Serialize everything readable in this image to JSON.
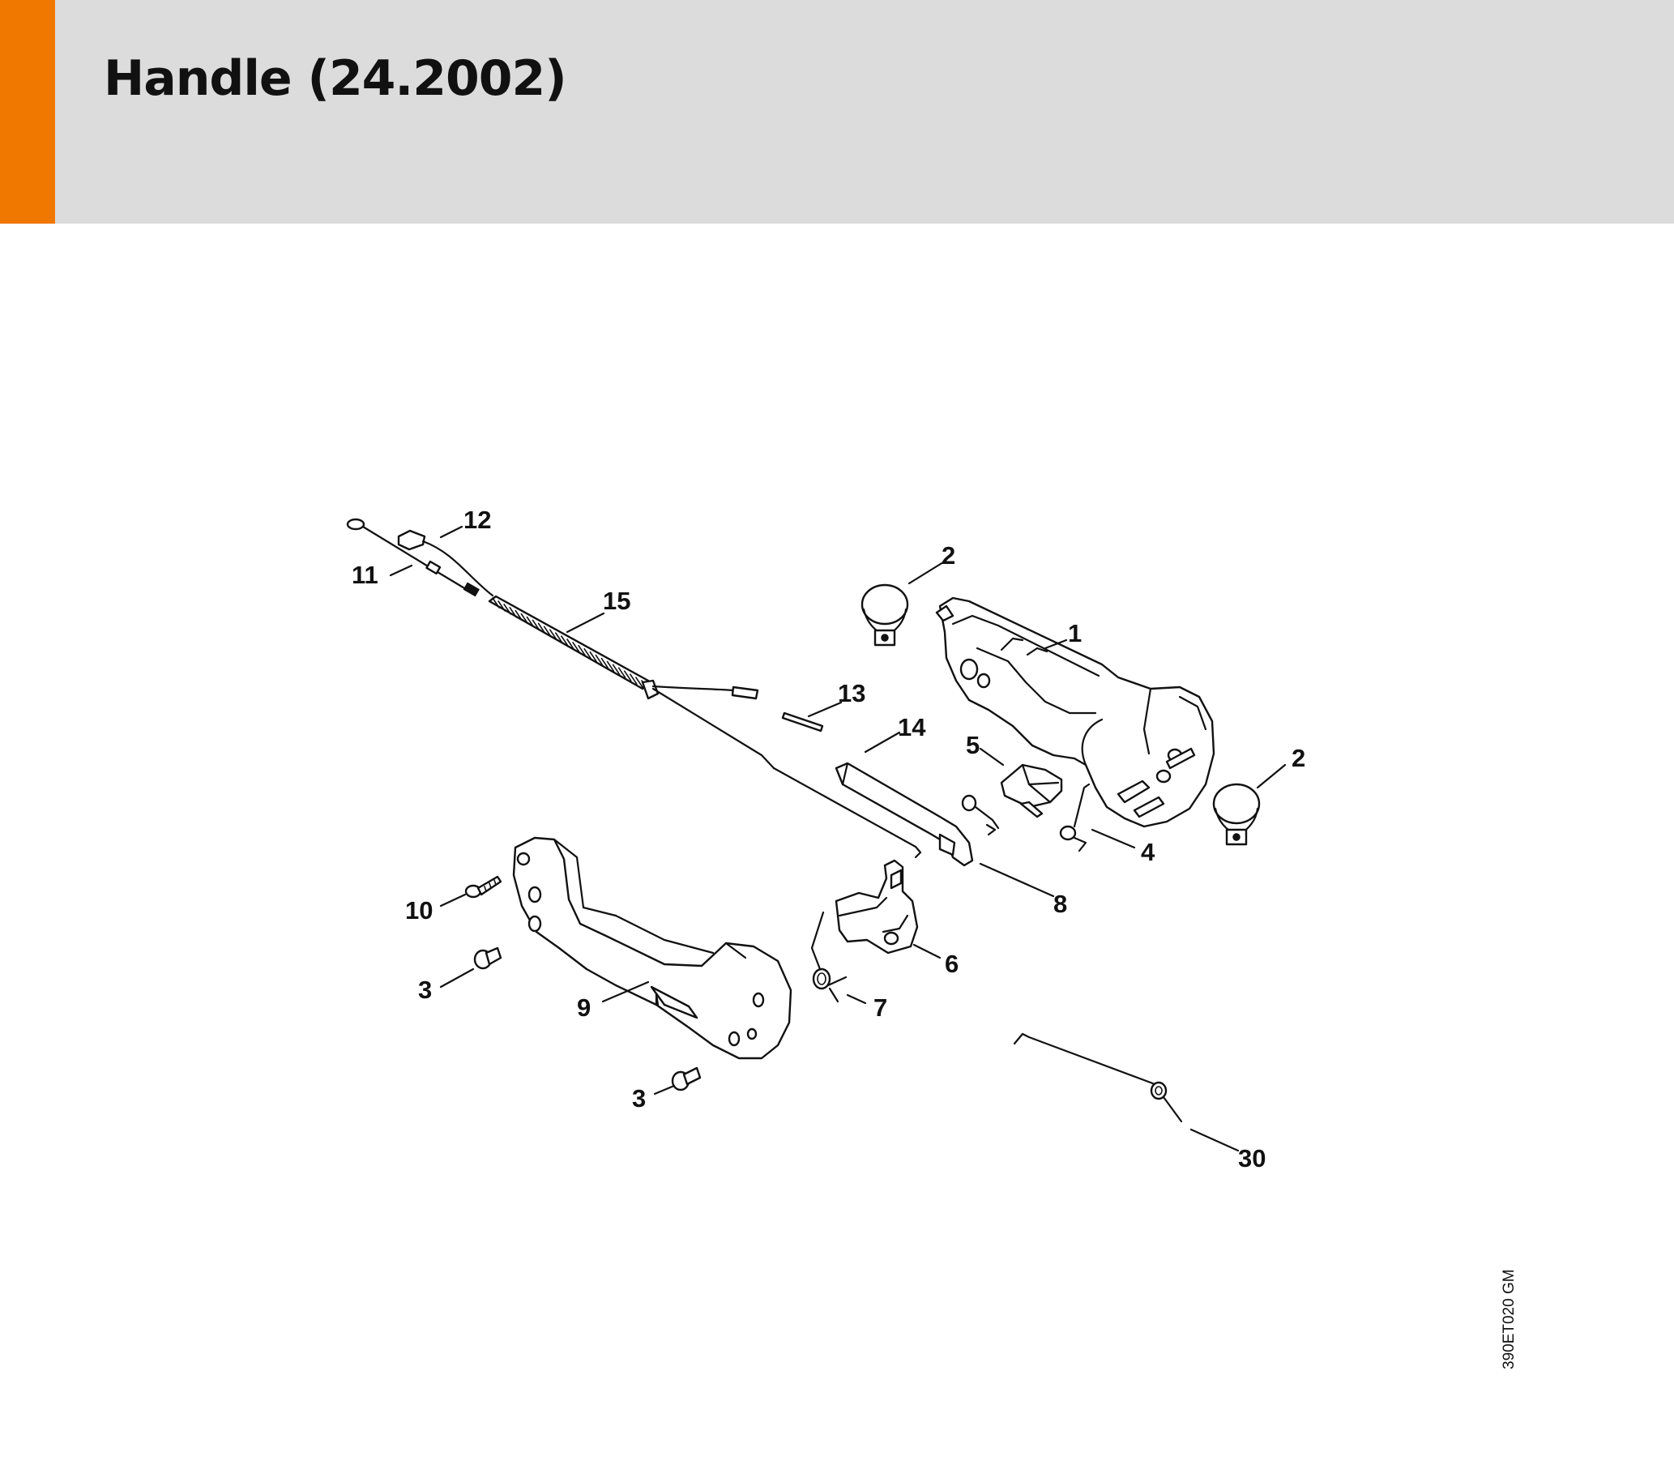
{
  "header": {
    "title": "Handle (24.2002)",
    "accent_color": "#f07800",
    "band_color": "#dcdcdc"
  },
  "diagram": {
    "callouts": [
      {
        "id": "callout-1",
        "label": "1"
      },
      {
        "id": "callout-2a",
        "label": "2"
      },
      {
        "id": "callout-2b",
        "label": "2"
      },
      {
        "id": "callout-3a",
        "label": "3"
      },
      {
        "id": "callout-3b",
        "label": "3"
      },
      {
        "id": "callout-4",
        "label": "4"
      },
      {
        "id": "callout-5",
        "label": "5"
      },
      {
        "id": "callout-6",
        "label": "6"
      },
      {
        "id": "callout-7",
        "label": "7"
      },
      {
        "id": "callout-8",
        "label": "8"
      },
      {
        "id": "callout-9",
        "label": "9"
      },
      {
        "id": "callout-10",
        "label": "10"
      },
      {
        "id": "callout-11",
        "label": "11"
      },
      {
        "id": "callout-12",
        "label": "12"
      },
      {
        "id": "callout-13",
        "label": "13"
      },
      {
        "id": "callout-14",
        "label": "14"
      },
      {
        "id": "callout-15",
        "label": "15"
      },
      {
        "id": "callout-30",
        "label": "30"
      }
    ]
  },
  "footer": {
    "doc_code": "390ET020 GM"
  }
}
